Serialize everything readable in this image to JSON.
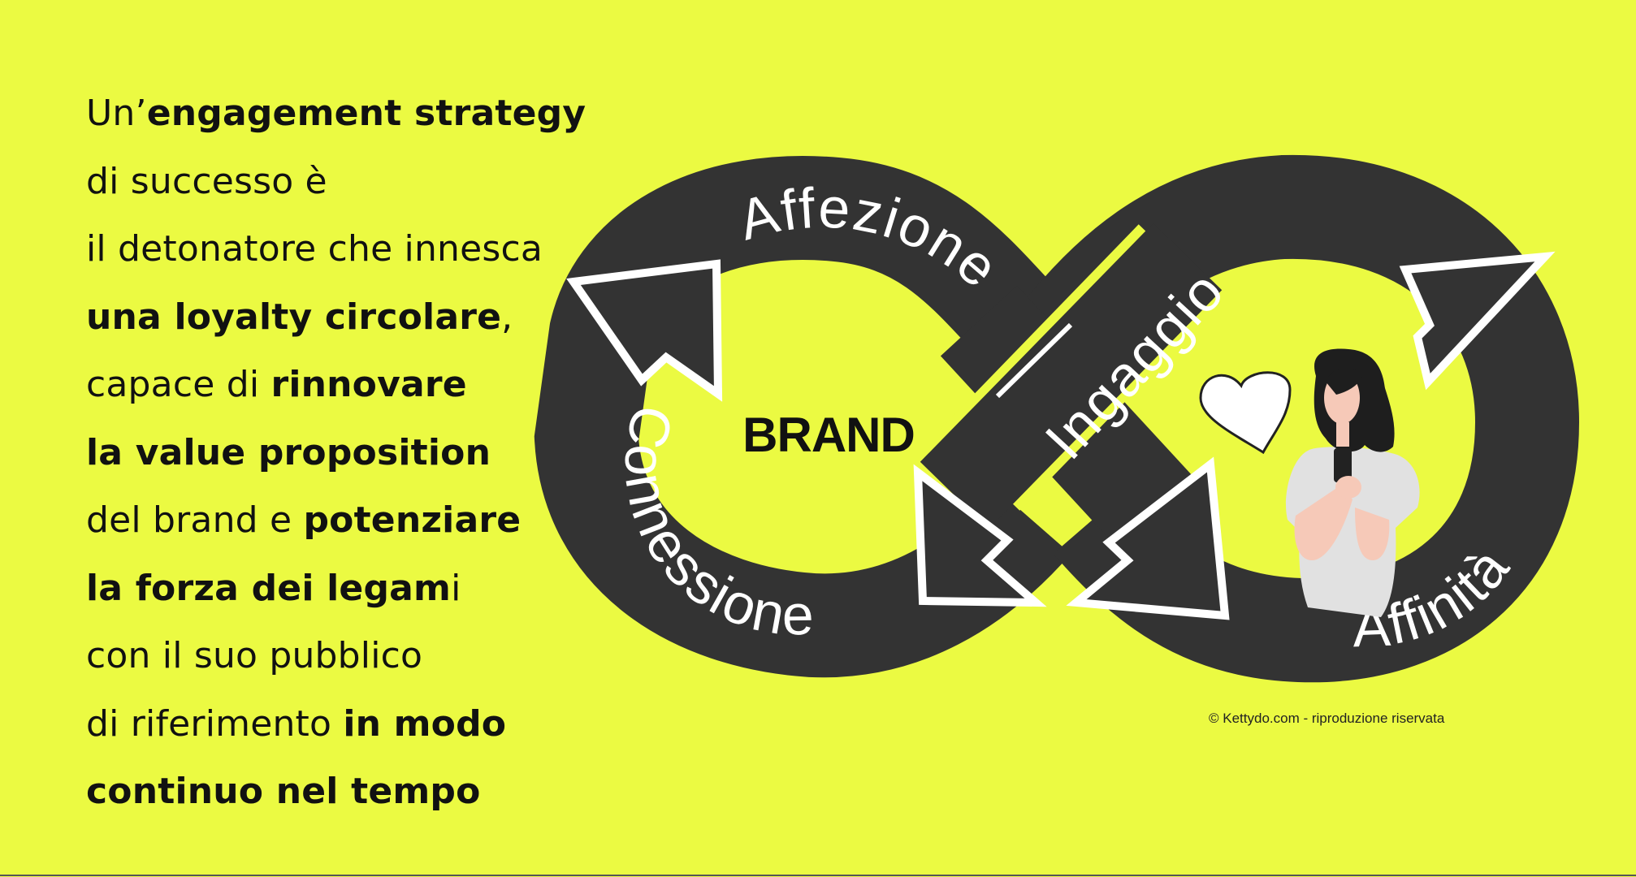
{
  "headline_lines": [
    [
      {
        "t": "Un’",
        "b": false
      },
      {
        "t": "engagement strategy",
        "b": true
      }
    ],
    [
      {
        "t": "di successo è",
        "b": false
      }
    ],
    [
      {
        "t": "il detonatore che innesca",
        "b": false
      }
    ],
    [
      {
        "t": "una loyalty circolare",
        "b": true
      },
      {
        "t": ",",
        "b": false
      }
    ],
    [
      {
        "t": "capace di ",
        "b": false
      },
      {
        "t": "rinnovare",
        "b": true
      }
    ],
    [
      {
        "t": "la value proposition",
        "b": true
      }
    ],
    [
      {
        "t": "del brand e ",
        "b": false
      },
      {
        "t": "potenziare",
        "b": true
      }
    ],
    [
      {
        "t": "la forza dei legam",
        "b": true
      },
      {
        "t": "i",
        "b": false
      }
    ],
    [
      {
        "t": "con il suo pubblico",
        "b": false
      }
    ],
    [
      {
        "t": "di riferimento ",
        "b": false
      },
      {
        "t": "in modo",
        "b": true
      }
    ],
    [
      {
        "t": "continuo nel tempo",
        "b": true
      }
    ]
  ],
  "diagram": {
    "center_label": "BRAND",
    "stages": {
      "affezione": "Affezione",
      "ingaggio": "Ingaggio",
      "connessione": "Connessione",
      "affinita": "Affinità"
    },
    "icons": [
      "heart-icon",
      "woman-with-phone-illustration"
    ]
  },
  "credit": "© Kettydo.com - riproduzione riservata",
  "colors": {
    "background": "#ebfa42",
    "loop": "#333333",
    "arrow_outline": "#ffffff",
    "text": "#111111"
  }
}
